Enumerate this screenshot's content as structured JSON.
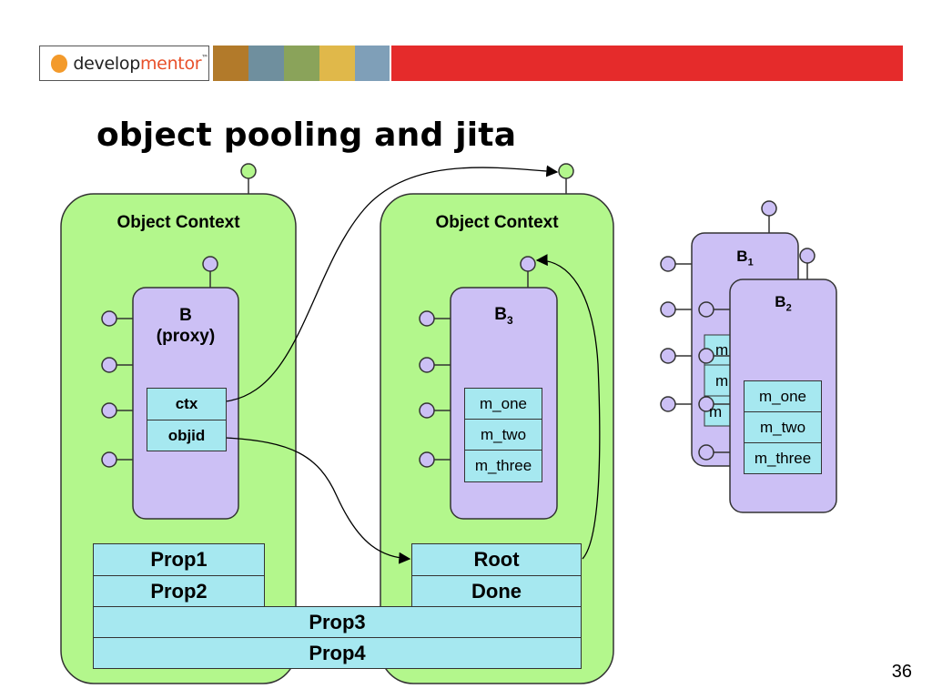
{
  "header": {
    "logo_prefix": "develop",
    "logo_suffix": "mentor",
    "logo_tm": "™"
  },
  "title": "object pooling and jita",
  "page_number": "36",
  "diagram": {
    "context_left_label": "Object Context",
    "context_right_label": "Object Context",
    "proxy_label_line1": "B",
    "proxy_label_line2": "(proxy)",
    "proxy_fields": [
      "ctx",
      "objid"
    ],
    "b3_label": "B",
    "b3_sub": "3",
    "b3_fields": [
      "m_one",
      "m_two",
      "m_three"
    ],
    "b1_label": "B",
    "b1_sub": "1",
    "b1_field_fragments": [
      "m",
      "m",
      "m"
    ],
    "b2_label": "B",
    "b2_sub": "2",
    "b2_fields": [
      "m_one",
      "m_two",
      "m_three"
    ],
    "left_props": [
      "Prop1",
      "Prop2"
    ],
    "right_props": [
      "Root",
      "Done"
    ],
    "shared_props": [
      "Prop3",
      "Prop4"
    ]
  },
  "colors": {
    "context_fill": "#b3f78c",
    "object_fill": "#ccc0f5",
    "field_fill": "#a6e8f0",
    "header_red": "#e52b2b"
  }
}
